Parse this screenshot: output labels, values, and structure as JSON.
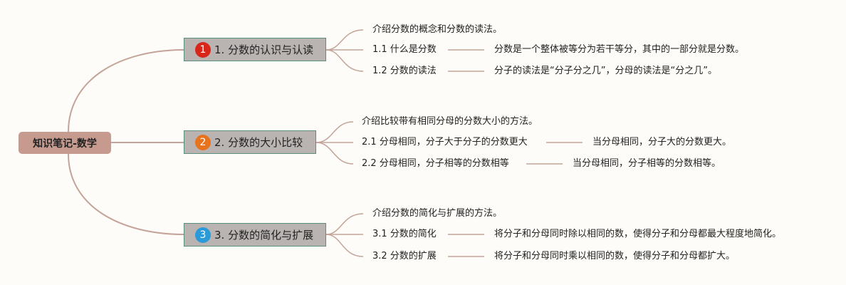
{
  "root": {
    "label": "知识笔记-数学"
  },
  "colors": {
    "line": "#c4a398",
    "root_bg": "#c69a8f",
    "branch_bg": "#b9b4b2",
    "branch_border": "#5a8f80"
  },
  "branches": [
    {
      "number": "1",
      "badge_color": "#d8261a",
      "label": "1. 分数的认识与认读",
      "intro": "介绍分数的概念和分数的读法。",
      "subs": [
        {
          "label": "1.1 什么是分数",
          "detail": "分数是一个整体被等分为若干等分，其中的一部分就是分数。"
        },
        {
          "label": "1.2 分数的读法",
          "detail": "分子的读法是“分子分之几”，分母的读法是“分之几”。"
        }
      ]
    },
    {
      "number": "2",
      "badge_color": "#e8731f",
      "label": "2. 分数的大小比较",
      "intro": "介绍比较带有相同分母的分数大小的方法。",
      "subs": [
        {
          "label": "2.1 分母相同，分子大于分子的分数更大",
          "detail": "当分母相同，分子大的分数更大。"
        },
        {
          "label": "2.2 分母相同，分子相等的分数相等",
          "detail": "当分母相同，分子相等的分数相等。"
        }
      ]
    },
    {
      "number": "3",
      "badge_color": "#2b9ad8",
      "label": "3. 分数的简化与扩展",
      "intro": "介绍分数的简化与扩展的方法。",
      "subs": [
        {
          "label": "3.1 分数的简化",
          "detail": "将分子和分母同时除以相同的数，使得分子和分母都最大程度地简化。"
        },
        {
          "label": "3.2 分数的扩展",
          "detail": "将分子和分母同时乘以相同的数，使得分子和分母都扩大。"
        }
      ]
    }
  ]
}
